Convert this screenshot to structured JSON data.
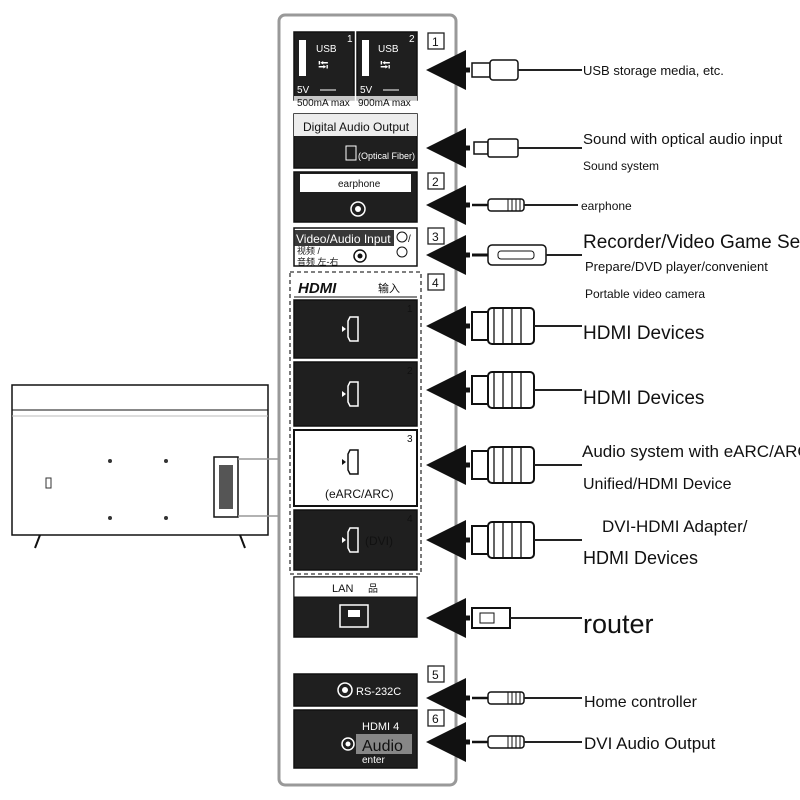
{
  "colors": {
    "panel": "#1f1f1f",
    "frame": "#999999",
    "ink": "#111111"
  },
  "panel": {
    "usb1": {
      "badge": "1",
      "label": "USB",
      "voltage": "5V",
      "current": "500mA max"
    },
    "usb2": {
      "badge": "2",
      "label": "USB",
      "voltage": "5V",
      "current": "900mA max"
    },
    "optical": {
      "title": "Digital Audio Output",
      "sub": "(Optical Fiber)"
    },
    "earphone": {
      "label": "earphone"
    },
    "video_audio": {
      "title": "Video/Audio Input",
      "cjk1": "视频 /",
      "cjk2": "音频 左-右"
    },
    "hdmi": {
      "logo": "HDMI",
      "input_label": "输入",
      "ports": [
        {
          "num": "1",
          "sub": ""
        },
        {
          "num": "2",
          "sub": ""
        },
        {
          "num": "3",
          "sub": "(eARC/ARC)"
        },
        {
          "num": "4",
          "sub": "(DVI)"
        }
      ]
    },
    "lan": {
      "label": "LAN"
    },
    "rs232": {
      "label": "RS-232C"
    },
    "hdmi4_audio": {
      "line1": "HDMI 4",
      "line2": "Audio",
      "line3": "enter"
    }
  },
  "side_badges": [
    "1",
    "2",
    "3",
    "4",
    "5",
    "6"
  ],
  "devices": {
    "usb": "USB storage media, etc.",
    "optical_1": "Sound with optical audio input",
    "optical_2": "Sound system",
    "earphone": "earphone",
    "av_1": "Recorder/Video Game Set",
    "av_2": "Prepare/DVD player/convenient",
    "av_3": "Portable video camera",
    "hdmi1": "HDMI Devices",
    "hdmi2": "HDMI Devices",
    "hdmi3_1": "Audio system with eARC/ARC",
    "hdmi3_2": "Unified/HDMI Device",
    "hdmi4_1": "DVI-HDMI Adapter/",
    "hdmi4_2": "HDMI Devices",
    "lan": "router",
    "rs232": "Home controller",
    "dvi_audio": "DVI Audio Output"
  }
}
